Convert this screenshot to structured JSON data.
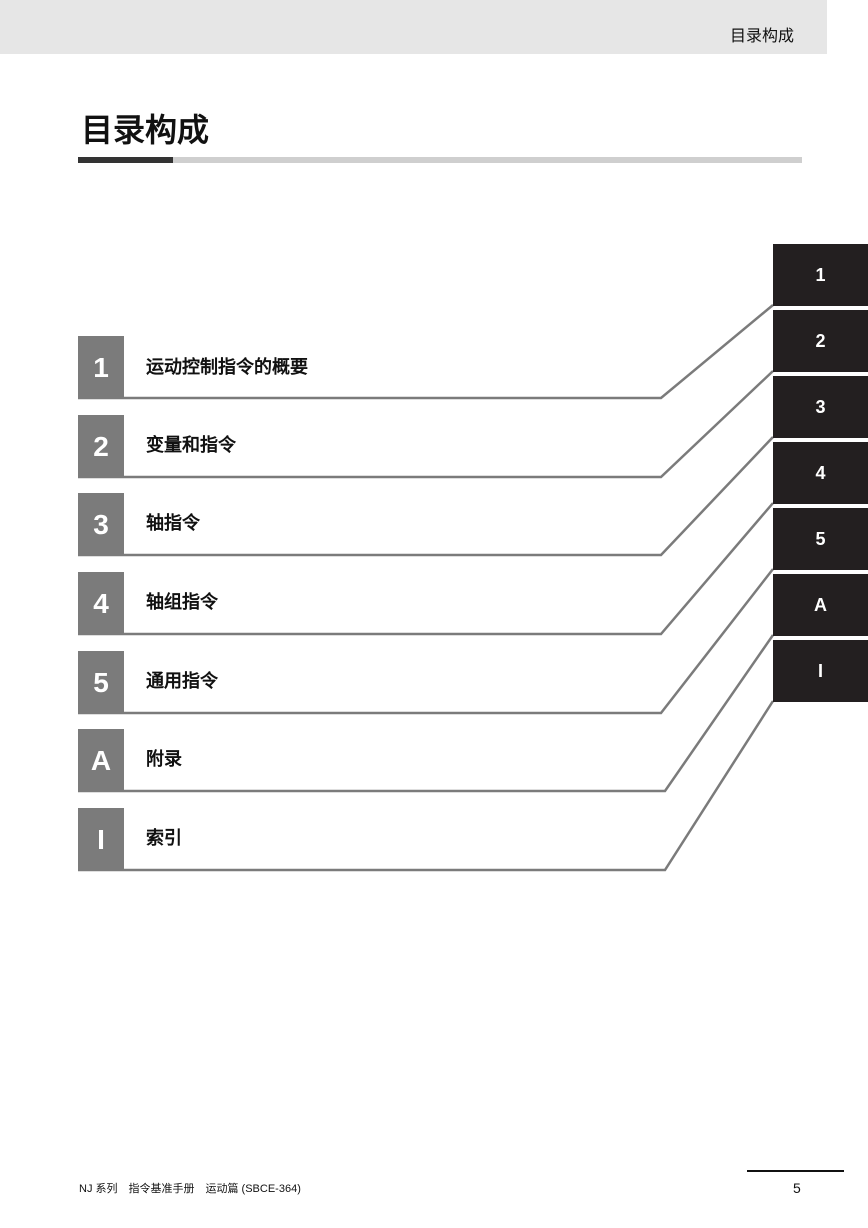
{
  "header": {
    "label": "目录构成"
  },
  "page_title": "目录构成",
  "chapters": [
    {
      "number": "1",
      "title": "运动控制指令的概要"
    },
    {
      "number": "2",
      "title": "变量和指令"
    },
    {
      "number": "3",
      "title": "轴指令"
    },
    {
      "number": "4",
      "title": "轴组指令"
    },
    {
      "number": "5",
      "title": "通用指令"
    },
    {
      "number": "A",
      "title": "附录"
    },
    {
      "number": "I",
      "title": "索引"
    }
  ],
  "tabs": [
    "1",
    "2",
    "3",
    "4",
    "5",
    "A",
    "I"
  ],
  "footer": {
    "text": "NJ 系列　指令基准手册　运动篇 (SBCE-364)",
    "page_number": "5"
  },
  "colors": {
    "tab_bg": "#231f20",
    "chapter_box_bg": "#7b7b7b",
    "header_band": "#e6e6e6",
    "title_rule_accent": "#333333",
    "title_rule": "#cfcfcf",
    "connector_line": "#7b7b7b"
  }
}
